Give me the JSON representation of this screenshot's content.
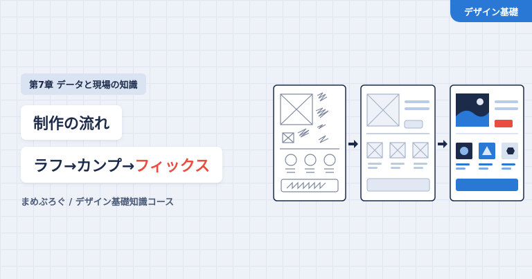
{
  "badge": "デザイン基礎",
  "chapter": "第7章 データと現場の知識",
  "title": "制作の流れ",
  "subtitle": {
    "part1": "ラフ→カンプ→",
    "part2": "フィックス"
  },
  "footer": "まめぶろぐ / デザイン基礎知識コース",
  "colors": {
    "accent": "#ea4c3f",
    "brand": "#2a78d6",
    "navy": "#1c2b4a"
  }
}
